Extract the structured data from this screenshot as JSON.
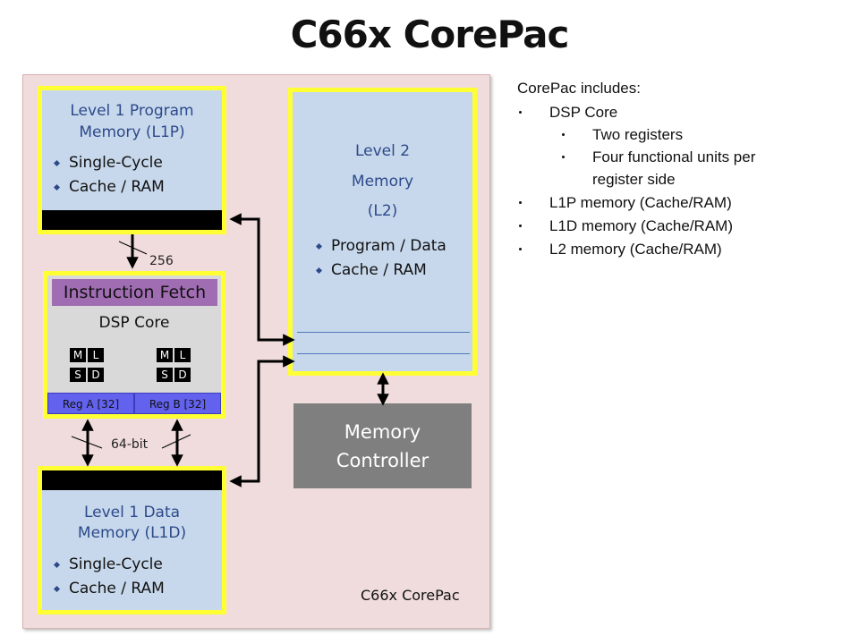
{
  "title": "C66x CorePac",
  "l1p": {
    "title_line1": "Level 1 Program",
    "title_line2": "Memory (L1P)",
    "bullets": [
      "Single-Cycle",
      "Cache / RAM"
    ]
  },
  "l2": {
    "line1": "Level 2",
    "line2": "Memory",
    "line3": "(L2)",
    "bullets": [
      "Program / Data",
      "Cache / RAM"
    ]
  },
  "dsp": {
    "fetch_label": "Instruction Fetch",
    "core_label": "DSP Core",
    "units_a": [
      "M",
      "L",
      "S",
      "D"
    ],
    "units_b": [
      "M",
      "L",
      "S",
      "D"
    ],
    "reg_a": "Reg A [32]",
    "reg_b": "Reg B [32]"
  },
  "l1d": {
    "title_line1": "Level 1 Data",
    "title_line2": "Memory (L1D)",
    "bullets": [
      "Single-Cycle",
      "Cache / RAM"
    ]
  },
  "memory_controller": {
    "line1": "Memory",
    "line2": "Controller"
  },
  "bus_labels": {
    "program_bus": "256",
    "data_bus": "64-bit"
  },
  "corepac_label": "C66x CorePac",
  "side_panel": {
    "heading": "CorePac includes:",
    "items": [
      {
        "level": 1,
        "text": "DSP Core"
      },
      {
        "level": 2,
        "text": "Two registers"
      },
      {
        "level": 2,
        "text": "Four functional units per"
      },
      {
        "level": 2,
        "text": "register side"
      },
      {
        "level": 1,
        "text": "L1P memory (Cache/RAM)"
      },
      {
        "level": 1,
        "text": "L1D memory (Cache/RAM)"
      },
      {
        "level": 1,
        "text": "L2 memory (Cache/RAM)"
      }
    ]
  },
  "colors": {
    "highlight_border": "#ffff33",
    "memory_fill": "#c8d8ec",
    "corepac_fill": "#f0dcdc",
    "fetch_fill": "#a06cb2",
    "register_fill": "#6262ee",
    "controller_fill": "#7f7f7f"
  }
}
